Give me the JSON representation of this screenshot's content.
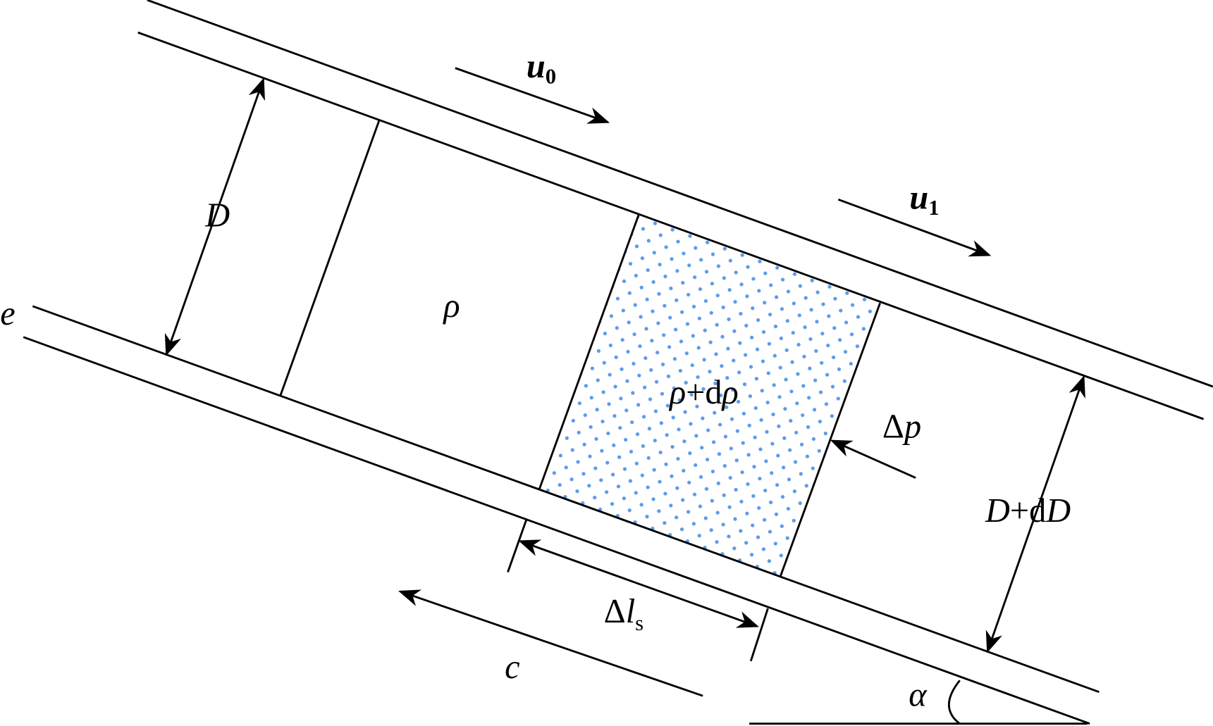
{
  "labels": {
    "u0": "u",
    "u0_sub": "0",
    "u1": "u",
    "u1_sub": "1",
    "D": "D",
    "e": "e",
    "rho": "ρ",
    "rho_drho_a": "ρ",
    "rho_drho_b": "+d",
    "rho_drho_c": "ρ",
    "dp_a": "Δ",
    "dp_b": "p",
    "DdD_a": "D",
    "DdD_b": "+d",
    "DdD_c": "D",
    "dls_a": "Δ",
    "dls_b": "l",
    "dls_sub": "s",
    "c": "c",
    "alpha": "α"
  },
  "colors": {
    "dots": "#5b9bea",
    "lines": "#000000"
  }
}
